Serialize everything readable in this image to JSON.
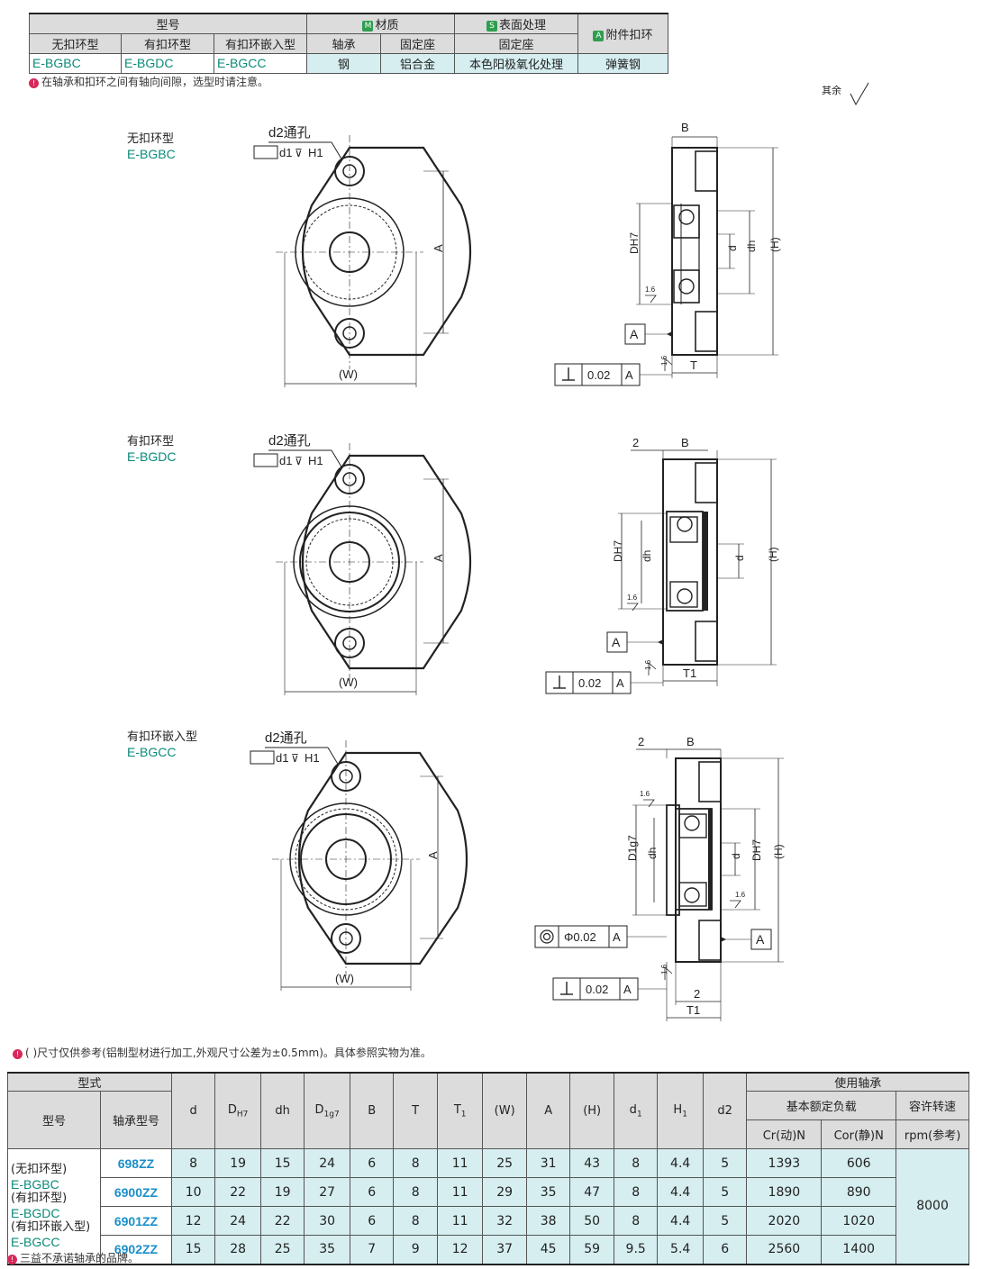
{
  "spec_table": {
    "model_header": "型号",
    "material_header": "材质",
    "material_badge": "M",
    "surface_header": "表面处理",
    "surface_badge": "S",
    "attachment_header": "附件扣环",
    "attachment_badge": "A",
    "sub_headers": [
      "无扣环型",
      "有扣环型",
      "有扣环嵌入型",
      "轴承",
      "固定座",
      "固定座"
    ],
    "codes": [
      "E-BGBC",
      "E-BGDC",
      "E-BGCC"
    ],
    "materials": [
      "钢",
      "铝合金",
      "本色阳极氧化处理",
      "弹簧钢"
    ],
    "colors": {
      "header_bg": "#dcdcdc",
      "cell_bg": "#d6eef0",
      "code_color": "#0a8a78",
      "badge_m": "#2e9e4f",
      "badge_s": "#2e9e4f",
      "badge_a": "#2e9e4f"
    }
  },
  "note_top": "在轴承和扣环之间有轴向间隙，选型时请注意。",
  "surface_finish": "其余",
  "drawings": [
    {
      "type_label": "无扣环型",
      "code": "E-BGBC",
      "hole_label": "d2通孔",
      "counterbore": "d1",
      "depth": "H1",
      "dim_a": "A",
      "dim_w": "(W)",
      "dim_b": "B",
      "dim_t": "T",
      "dim_dh7": "DH7",
      "dim_d": "d",
      "dim_dh": "dh",
      "dim_h": "(H)",
      "datum": "A",
      "roughness": "1.6",
      "tol_value": "0.02",
      "tol_datum": "A"
    },
    {
      "type_label": "有扣环型",
      "code": "E-BGDC",
      "hole_label": "d2通孔",
      "counterbore": "d1",
      "depth": "H1",
      "dim_a": "A",
      "dim_w": "(W)",
      "dim_2": "2",
      "dim_b": "B",
      "dim_t": "T1",
      "dim_dh7": "DH7",
      "dim_d": "d",
      "dim_dh": "dh",
      "dim_h": "(H)",
      "datum": "A",
      "roughness": "1.6",
      "tol_value": "0.02",
      "tol_datum": "A"
    },
    {
      "type_label": "有扣环嵌入型",
      "code": "E-BGCC",
      "hole_label": "d2通孔",
      "counterbore": "d1",
      "depth": "H1",
      "dim_a": "A",
      "dim_w": "(W)",
      "dim_2": "2",
      "dim_b": "B",
      "dim_t": "T1",
      "dim_d1g7": "D1g7",
      "dim_dh7": "DH7",
      "dim_d": "d",
      "dim_dh": "dh",
      "dim_h": "(H)",
      "datum": "A",
      "roughness": "1.6",
      "tol_value": "0.02",
      "tol_datum": "A",
      "coax_value": "Φ0.02",
      "coax_datum": "A"
    }
  ],
  "note_mid": "( )尺寸仅供参考(铝制型材进行加工,外观尺寸公差为±0.5mm)。具体参照实物为准。",
  "data_table": {
    "h_form": "型式",
    "h_model": "型号",
    "h_bearing_no": "轴承型号",
    "columns": [
      "d",
      "DH7",
      "dh",
      "D1g7",
      "B",
      "T",
      "T1",
      "(W)",
      "A",
      "(H)",
      "d1",
      "H1",
      "d2"
    ],
    "h_use_bearing": "使用轴承",
    "h_rated_load": "基本额定负载",
    "h_speed": "容许转速",
    "h_cr": "Cr(动)N",
    "h_cor": "Cor(静)N",
    "h_rpm": "rpm(参考)",
    "type_lines": [
      "(无扣环型)",
      "E-BGBC",
      "(有扣环型)",
      "E-BGDC",
      "(有扣环嵌入型)",
      "E-BGCC"
    ],
    "rows": [
      {
        "bearing": "698ZZ",
        "vals": [
          "8",
          "19",
          "15",
          "24",
          "6",
          "8",
          "11",
          "25",
          "31",
          "43",
          "8",
          "4.4",
          "5"
        ],
        "cr": "1393",
        "cor": "606"
      },
      {
        "bearing": "6900ZZ",
        "vals": [
          "10",
          "22",
          "19",
          "27",
          "6",
          "8",
          "11",
          "29",
          "35",
          "47",
          "8",
          "4.4",
          "5"
        ],
        "cr": "1890",
        "cor": "890"
      },
      {
        "bearing": "6901ZZ",
        "vals": [
          "12",
          "24",
          "22",
          "30",
          "6",
          "8",
          "11",
          "32",
          "38",
          "50",
          "8",
          "4.4",
          "5"
        ],
        "cr": "2020",
        "cor": "1020"
      },
      {
        "bearing": "6902ZZ",
        "vals": [
          "15",
          "28",
          "25",
          "35",
          "7",
          "9",
          "12",
          "37",
          "45",
          "59",
          "9.5",
          "5.4",
          "6"
        ],
        "cr": "2560",
        "cor": "1400"
      }
    ],
    "rpm": "8000"
  },
  "note_bottom": "三益不承诺轴承的品牌。"
}
